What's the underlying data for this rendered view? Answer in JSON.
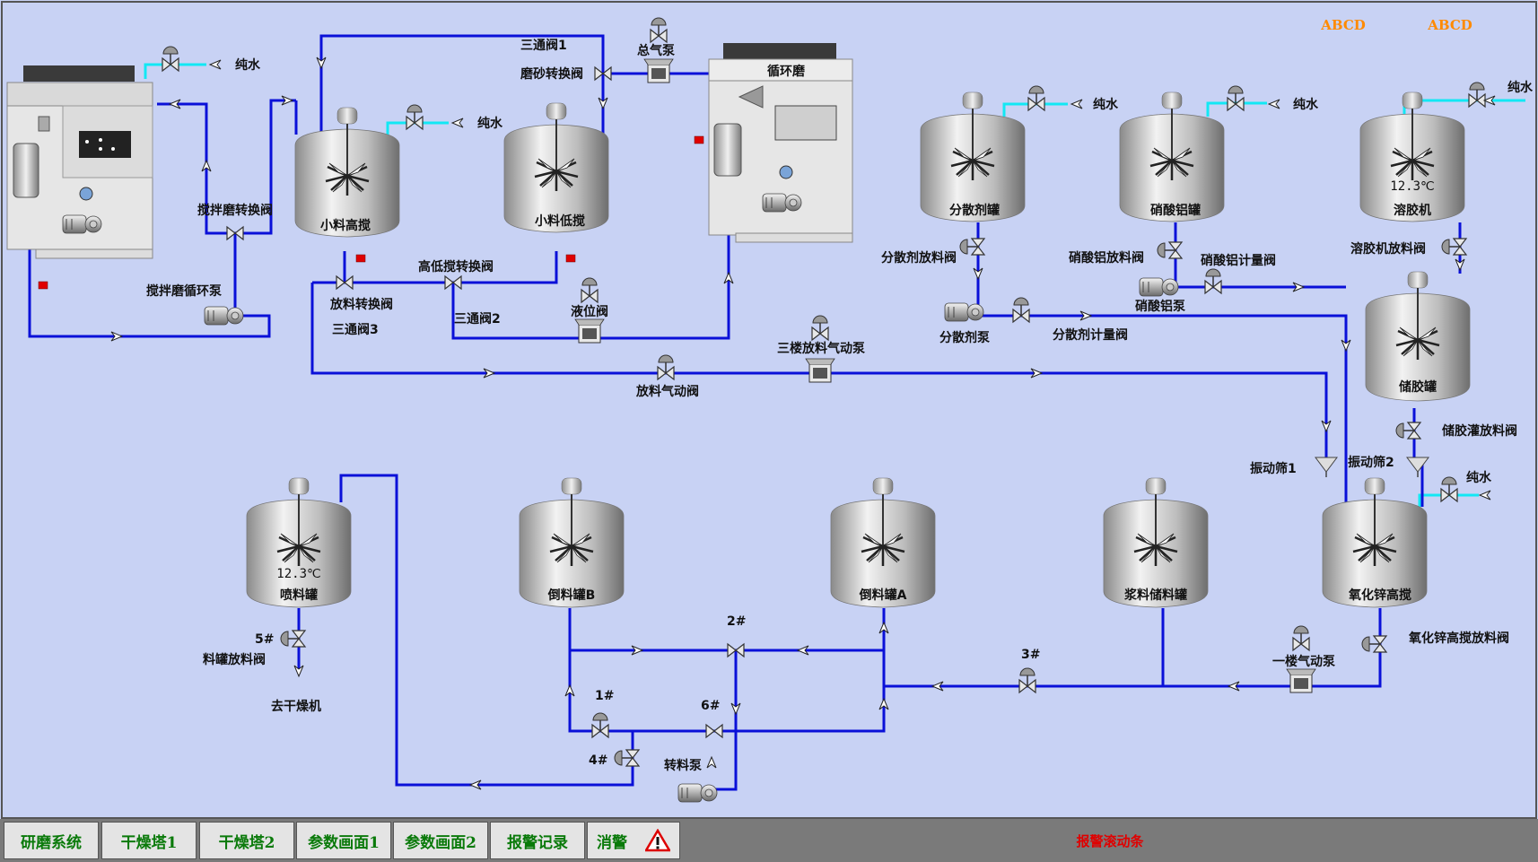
{
  "header": {
    "abcd_left": "ABCD",
    "abcd_right": "ABCD"
  },
  "water_label": "纯水",
  "tanks": {
    "small_high": "小料高搅",
    "small_low": "小料低搅",
    "dispersant": "分散剂罐",
    "aluminum": "硝酸铝罐",
    "gel": "溶胶机",
    "gel_temp": "12.3℃",
    "storage_gel": "储胶罐",
    "spray": "喷料罐",
    "spray_temp": "12.3℃",
    "pour_b": "倒料罐B",
    "pour_a": "倒料罐A",
    "slurry": "浆料储料罐",
    "zinc": "氧化锌高搅"
  },
  "machines": {
    "circulation_mill": "循环磨"
  },
  "labels": {
    "three_way_1": "三通阀1",
    "sand_switch": "磨砂转换阀",
    "main_pump": "总气泵",
    "stir_mill_switch": "搅拌磨转换阀",
    "stir_mill_pump": "搅拌磨循环泵",
    "discharge_switch": "放料转换阀",
    "three_way_3": "三通阀3",
    "hilo_switch": "高低搅转换阀",
    "three_way_2": "三通阀2",
    "level_valve": "液位阀",
    "disp_discharge": "分散剂放料阀",
    "disp_pump": "分散剂泵",
    "disp_meter": "分散剂计量阀",
    "al_discharge": "硝酸铝放料阀",
    "al_pump": "硝酸铝泵",
    "al_meter": "硝酸铝计量阀",
    "gel_discharge": "溶胶机放料阀",
    "storage_discharge": "储胶灌放料阀",
    "third_floor_pump": "三楼放料气动泵",
    "discharge_air_valve": "放料气动阀",
    "screen_1": "振动筛1",
    "screen_2": "振动筛2",
    "zinc_discharge": "氧化锌高搅放料阀",
    "first_floor_pump": "一楼气动泵",
    "valve_3": "3#",
    "valve_2": "2#",
    "valve_1": "1#",
    "valve_6": "6#",
    "valve_4": "4#",
    "valve_5": "5#",
    "transfer_pump": "转料泵",
    "tank_discharge": "料罐放料阀",
    "to_dryer": "去干燥机"
  },
  "nav": {
    "grinding": "研磨系统",
    "dryer1": "干燥塔1",
    "dryer2": "干燥塔2",
    "params1": "参数画面1",
    "params2": "参数画面2",
    "alarm_log": "报警记录",
    "silence": "消警",
    "alarm_scroll": "报警滚动条"
  },
  "colors": {
    "background": "#c8d2f4",
    "pipe": "#0a10d8",
    "water": "#12e8f4",
    "alarm": "#e00000",
    "accent": "#ff8a00"
  }
}
